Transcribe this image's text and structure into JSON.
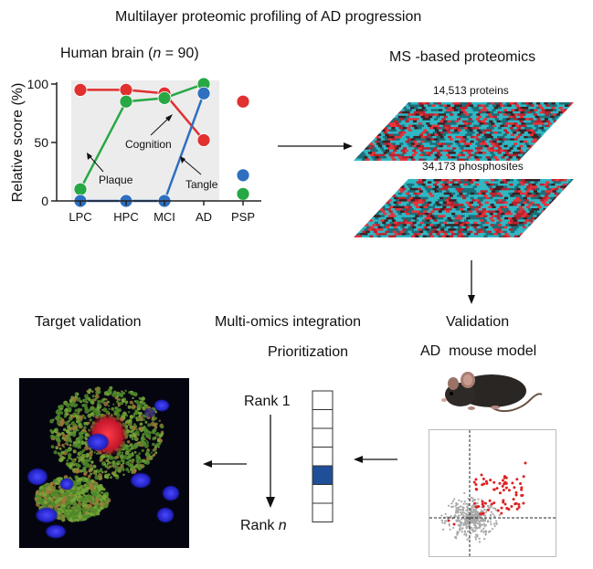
{
  "title": "Multilayer proteomic profiling of AD progression",
  "human_brain": {
    "label_prefix": "Human brain (",
    "label_n": "n",
    "label_suffix": " = 90)"
  },
  "ms_proteomics": {
    "title": "MS -based proteomics",
    "proteins": "14,513",
    "proteins_unit": "proteins",
    "phosphosites": "34,173",
    "phosphosites_unit": "phosphosites"
  },
  "validation": {
    "title": "Validation",
    "model_ad": "AD",
    "model_rest": "mouse model"
  },
  "integration": {
    "title": "Multi-omics integration",
    "subtitle": "Prioritization",
    "rank_top": "Rank 1",
    "rank_bottom_prefix": "Rank ",
    "rank_bottom_n": "n"
  },
  "target_validation": {
    "title": "Target validation"
  },
  "colors": {
    "plaque": "#27a844",
    "tangle": "#2f6fc0",
    "cognition": "#e03030",
    "rank_highlight": "#1f4f99",
    "scatter_hit": "#e02020",
    "scatter_base": "#a9a9a9"
  },
  "chart_data": {
    "type": "line",
    "ylabel": "Relative score (%)",
    "categories": [
      "LPC",
      "HPC",
      "MCI",
      "AD",
      "PSP"
    ],
    "yticks": [
      0,
      50,
      100
    ],
    "ylim": [
      0,
      100
    ],
    "shaded_categories": [
      "LPC",
      "HPC",
      "MCI",
      "AD"
    ],
    "series": [
      {
        "name": "Cognition",
        "color": "#e03030",
        "values": [
          95,
          95,
          92,
          52
        ],
        "psp": 85
      },
      {
        "name": "Plaque",
        "color": "#27a844",
        "values": [
          10,
          85,
          88,
          100
        ],
        "psp": 6
      },
      {
        "name": "Tangle",
        "color": "#2f6fc0",
        "values": [
          0,
          0,
          0,
          92
        ],
        "psp": 22
      }
    ]
  }
}
